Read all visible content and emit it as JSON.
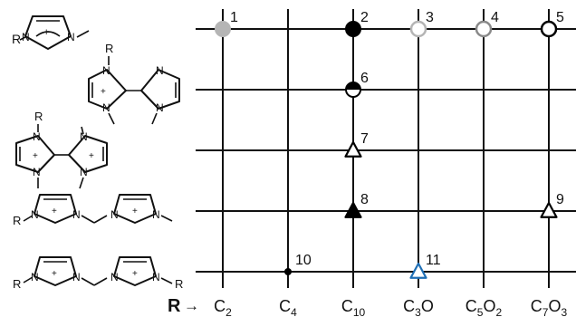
{
  "grid": {
    "rows": 5,
    "columns": [
      "C2",
      "C4",
      "C10",
      "C3O",
      "C5O2",
      "C7O3"
    ],
    "axis_prefix": "R",
    "axis_arrow": "→",
    "column_labels": [
      {
        "main": "C",
        "sub": "2"
      },
      {
        "main": "C",
        "sub": "4"
      },
      {
        "main": "C",
        "sub": "10"
      },
      {
        "main": "C",
        "sub": "3",
        "tail": "O"
      },
      {
        "main": "C",
        "sub": "5",
        "tail": "O",
        "sub2": "2"
      },
      {
        "main": "C",
        "sub": "7",
        "tail": "O",
        "sub2": "3"
      }
    ]
  },
  "markers": [
    {
      "id": "1",
      "row": 0,
      "col": 0,
      "shape": "circle",
      "style": "filled",
      "color": "#b5b5b5"
    },
    {
      "id": "2",
      "row": 0,
      "col": 2,
      "shape": "circle",
      "style": "filled",
      "color": "#000000"
    },
    {
      "id": "3",
      "row": 0,
      "col": 3,
      "shape": "circle",
      "style": "open",
      "color": "#b5b5b5"
    },
    {
      "id": "4",
      "row": 0,
      "col": 4,
      "shape": "circle",
      "style": "open",
      "color": "#8a8a8a"
    },
    {
      "id": "5",
      "row": 0,
      "col": 5,
      "shape": "circle",
      "style": "open",
      "color": "#000000"
    },
    {
      "id": "6",
      "row": 1,
      "col": 2,
      "shape": "circle",
      "style": "half",
      "color": "#000000"
    },
    {
      "id": "7",
      "row": 2,
      "col": 2,
      "shape": "triangle",
      "style": "open",
      "color": "#000000"
    },
    {
      "id": "8",
      "row": 3,
      "col": 2,
      "shape": "triangle",
      "style": "filled",
      "color": "#000000"
    },
    {
      "id": "9",
      "row": 3,
      "col": 5,
      "shape": "triangle",
      "style": "open",
      "color": "#000000"
    },
    {
      "id": "10",
      "row": 4,
      "col": 1,
      "shape": "dot",
      "style": "filled",
      "color": "#000000"
    },
    {
      "id": "11",
      "row": 4,
      "col": 3,
      "shape": "triangle",
      "style": "open",
      "color": "#1f6fb5"
    }
  ],
  "structures": {
    "atom_N": "N",
    "atom_R": "R",
    "charge": "+"
  }
}
